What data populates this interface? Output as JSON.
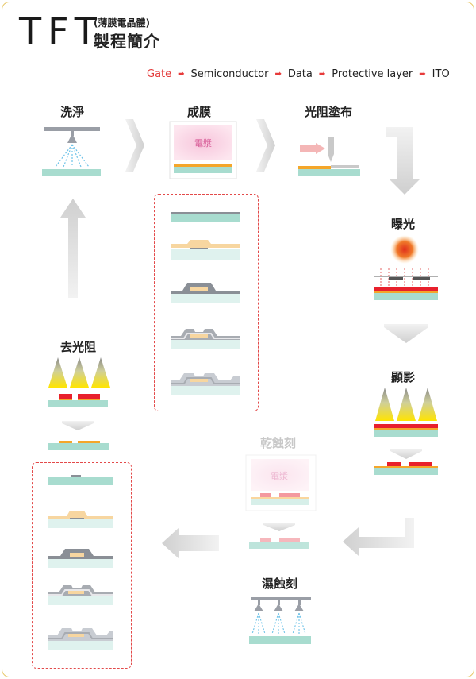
{
  "title": {
    "main": "TFT",
    "sub_small": "(薄膜電晶體)",
    "sub_main": "製程簡介"
  },
  "legend": {
    "items": [
      "Gate",
      "Semiconductor",
      "Data",
      "Protective layer",
      "ITO"
    ],
    "highlight_color": "#e33a3a"
  },
  "steps": {
    "clean": "洗淨",
    "film": "成膜",
    "coat": "光阻塗布",
    "expose": "曝光",
    "develop": "顯影",
    "dry_etch": "乾蝕刻",
    "wet_etch": "濕蝕刻",
    "strip": "去光阻"
  },
  "target_label": "電漿",
  "colors": {
    "glass": "#a8dccf",
    "resist": "#e8202c",
    "gate": "#8a8f96",
    "arrow": "#d6d6d6",
    "frame": "#e7c766",
    "dashed": "#e34a4a"
  }
}
